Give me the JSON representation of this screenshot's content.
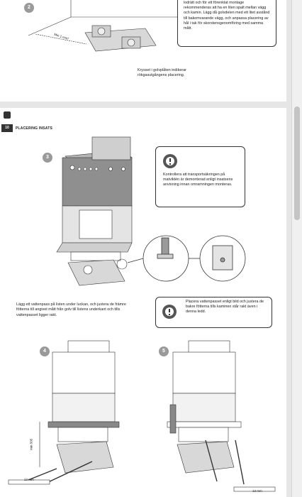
{
  "top": {
    "step_number": "2",
    "dimension_label": "Min 1 mm*",
    "callout_text": "lodrätt och för ett förenklat montage rekommenderas att ha en liten spalt mellan vägg och kamin. Lägg då golvdelen med ett litet avstånd till bakomvarande vägg, och anpassa placering av hål i tak för skorstensgenomföring med samma mått.",
    "caption": "Krysset i golvplåten indikerar rökgasutgångens placering."
  },
  "section": {
    "number": "10",
    "title": "PLACERING INSATS",
    "icon": "manual-book-icon"
  },
  "step3": {
    "number": "3",
    "callout_text": "Kontrollera att transportsäkringen på matviktén är demonterad enligt insatsens anvisning innan omramningen monteras.",
    "icon": "warning-icon"
  },
  "step4": {
    "number": "4",
    "instruction": "Lägg ett vattenpass på listen under luckan, och justera de främre fötterna till angivet mått från golv till listens underkant  och tills vattenpasset ligger rakt.",
    "dimension_label": "min 505",
    "wrench_label": "13 mm"
  },
  "step5": {
    "number": "5",
    "callout_text": "Placera vattenpasset enligt bild och justera de bakre fötterna tills kaminen står rakt även i denna ledd.",
    "wrench_label": "13 mm",
    "icon": "warning-icon"
  }
}
